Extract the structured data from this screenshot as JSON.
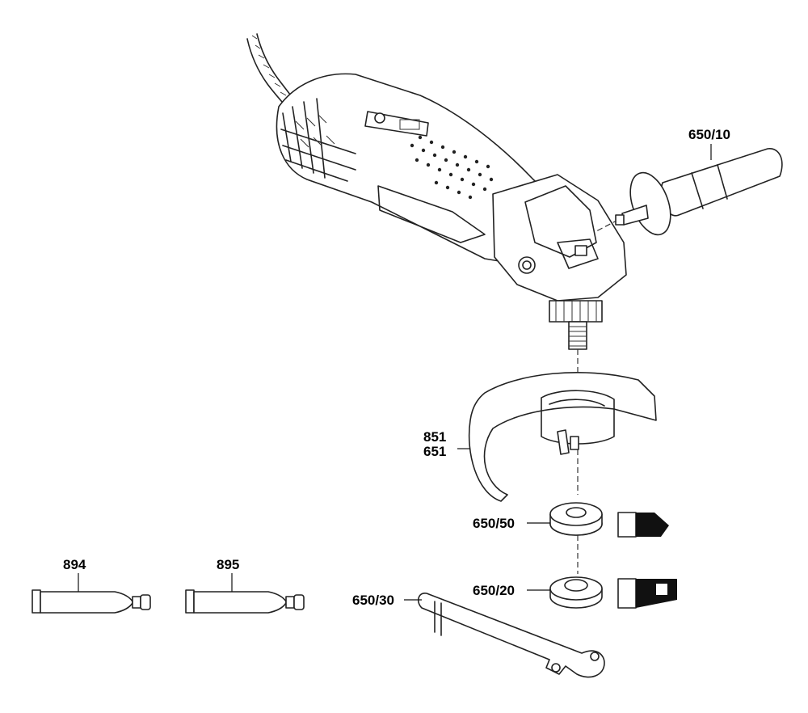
{
  "parts": {
    "side_handle": "650/10",
    "guard_a": "851",
    "guard_b": "651",
    "clamp_nut": "650/50",
    "mounting_flange": "650/20",
    "spanner": "650/30",
    "tube_a": "894",
    "tube_b": "895"
  }
}
